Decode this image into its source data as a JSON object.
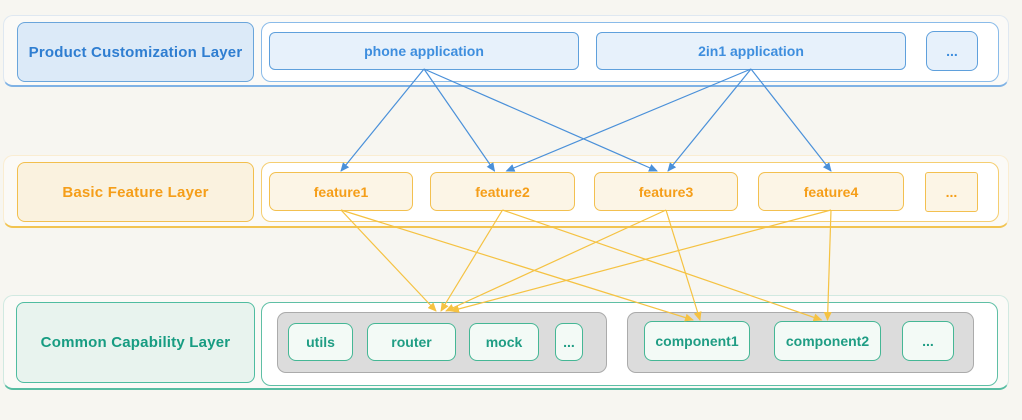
{
  "colors": {
    "background": "#F7F6F1",
    "blue_border": "#5FA0DC",
    "blue_fill": "#E7F1FB",
    "blue_label_fill": "#DCEAF8",
    "blue_text": "#3E8EDE",
    "blue_arrow": "#4A90D9",
    "yellow_border": "#F3C050",
    "yellow_fill": "#FCF5E6",
    "yellow_label_fill": "#FAF2DF",
    "yellow_text": "#F59E19",
    "yellow_arrow": "#F5C242",
    "green_border": "#45B795",
    "green_fill": "#F3FAF6",
    "green_label_fill": "#E8F3EE",
    "green_text": "#179C82",
    "gray_group_fill": "#DCDCDC",
    "gray_group_border": "#ABABAB",
    "container_fill": "#FFFFFF"
  },
  "product_layer": {
    "label": "Product Customization Layer",
    "items": [
      {
        "label": "phone application"
      },
      {
        "label": "2in1 application"
      },
      {
        "label": "..."
      }
    ]
  },
  "feature_layer": {
    "label": "Basic Feature Layer",
    "items": [
      {
        "label": "feature1"
      },
      {
        "label": "feature2"
      },
      {
        "label": "feature3"
      },
      {
        "label": "feature4"
      },
      {
        "label": "..."
      }
    ]
  },
  "capability_layer": {
    "label": "Common Capability Layer",
    "utils_group": {
      "items": [
        {
          "label": "utils"
        },
        {
          "label": "router"
        },
        {
          "label": "mock"
        },
        {
          "label": "..."
        }
      ]
    },
    "components_group": {
      "items": [
        {
          "label": "component1"
        },
        {
          "label": "component2"
        },
        {
          "label": "..."
        }
      ]
    }
  },
  "edges": [
    {
      "from": "box-phone-application",
      "to": "box-feature1",
      "color": "blue",
      "tdx": 0
    },
    {
      "from": "box-phone-application",
      "to": "box-feature2",
      "color": "blue",
      "tdx": -8
    },
    {
      "from": "box-phone-application",
      "to": "box-feature3",
      "color": "blue",
      "tdx": -9
    },
    {
      "from": "box-2in1-application",
      "to": "box-feature2",
      "color": "blue",
      "tdx": 4
    },
    {
      "from": "box-2in1-application",
      "to": "box-feature3",
      "color": "blue",
      "tdx": 2
    },
    {
      "from": "box-2in1-application",
      "to": "box-feature4",
      "color": "blue",
      "tdx": 0
    },
    {
      "from": "box-feature1",
      "to": "group-utils",
      "color": "yellow",
      "tdx": -6
    },
    {
      "from": "box-feature2",
      "to": "group-utils",
      "color": "yellow",
      "tdx": -1
    },
    {
      "from": "box-feature3",
      "to": "group-utils",
      "color": "yellow",
      "tdx": 4
    },
    {
      "from": "box-feature4",
      "to": "group-utils",
      "color": "yellow",
      "tdx": 9
    },
    {
      "from": "box-feature1",
      "to": "box-component1",
      "color": "yellow",
      "tdx": -4
    },
    {
      "from": "box-feature3",
      "to": "box-component1",
      "color": "yellow",
      "tdx": 3
    },
    {
      "from": "box-feature2",
      "to": "box-component2",
      "color": "yellow",
      "tdx": -6
    },
    {
      "from": "box-feature4",
      "to": "box-component2",
      "color": "yellow",
      "tdx": 0
    }
  ]
}
